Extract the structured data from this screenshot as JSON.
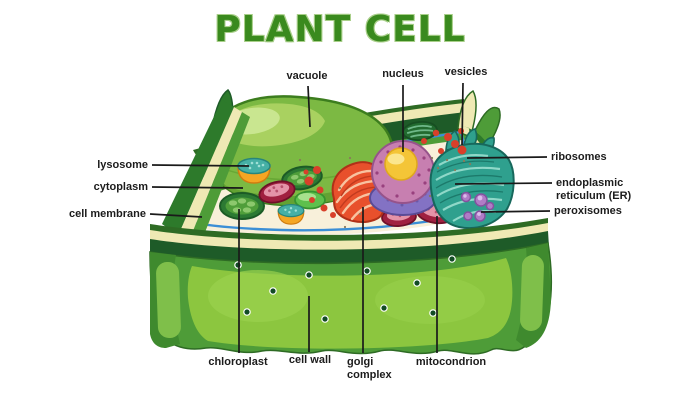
{
  "title": "PLANT CELL",
  "labels": {
    "vacuole": "vacuole",
    "nucleus": "nucleus",
    "vesicles": "vesicles",
    "lysosome": "lysosome",
    "cytoplasm": "cytoplasm",
    "cell_membrane": "cell membrane",
    "ribosomes": "ribosomes",
    "endoplasmic_reticulum": "endoplasmic reticulum (ER)",
    "peroxisomes": "peroxisomes",
    "chloroplast": "chloroplast",
    "cell_wall": "cell wall",
    "golgi_complex": "golgi complex",
    "mitocondrion": "mitocondrion"
  },
  "colors": {
    "title_green": "#3a8a1e",
    "label_text": "#1c1c1c",
    "cell_wall_dark": "#1e5b28",
    "cell_wall_mid": "#4e9c38",
    "cell_wall_light": "#8cc63f",
    "cell_wall_cream": "#efe9b4",
    "membrane_blue": "#3b8ed6",
    "cytoplasm_cream": "#f8f0da",
    "vacuole_green": "#7cb943",
    "nucleus_pink": "#c77fb0",
    "nucleolus_yellow": "#f4c537",
    "nucleus_base_purple": "#8372c4",
    "er_teal": "#2fa08e",
    "golgi_orange": "#e8502c",
    "mitochondrion_red": "#a02040",
    "chloroplast_green": "#2c7a33",
    "lysosome_orange": "#f5a623",
    "peroxisome_purple": "#b07cc6",
    "vesicle_red": "#d8402a"
  }
}
